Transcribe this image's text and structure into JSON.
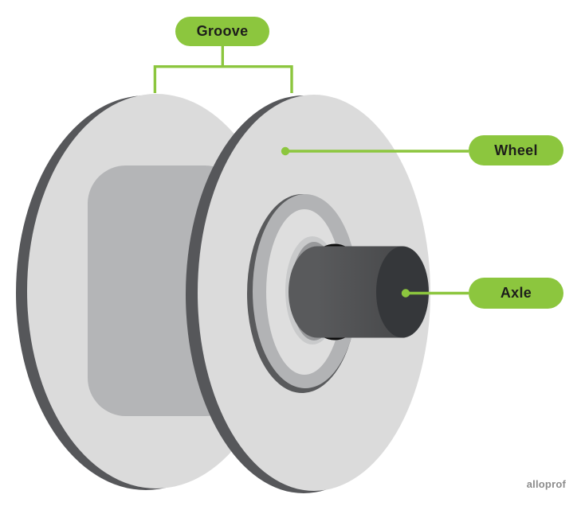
{
  "diagram": {
    "title_context": "pulley-parts-diagram",
    "labels": {
      "groove": "Groove",
      "wheel": "Wheel",
      "axle": "Axle"
    },
    "watermark": "alloprof",
    "colors": {
      "accent_green": "#8cc63e",
      "label_text": "#1d1d1b",
      "wheel_face_gray": "#dbdbdb",
      "rim_dark_gray": "#56575a",
      "barrel_gray": "#b4b5b7",
      "hub_ring_gray": "#b2b3b5",
      "hub_interior_gray": "#dedede",
      "inner_ring_light": "#c9cacb",
      "inner_ring_dark": "#98999b",
      "axle_hole_black": "#0c0c0c",
      "axle_body_gray": "#515254",
      "axle_cap_dark": "#35373a",
      "watermark_gray": "#8c8c8c"
    }
  }
}
